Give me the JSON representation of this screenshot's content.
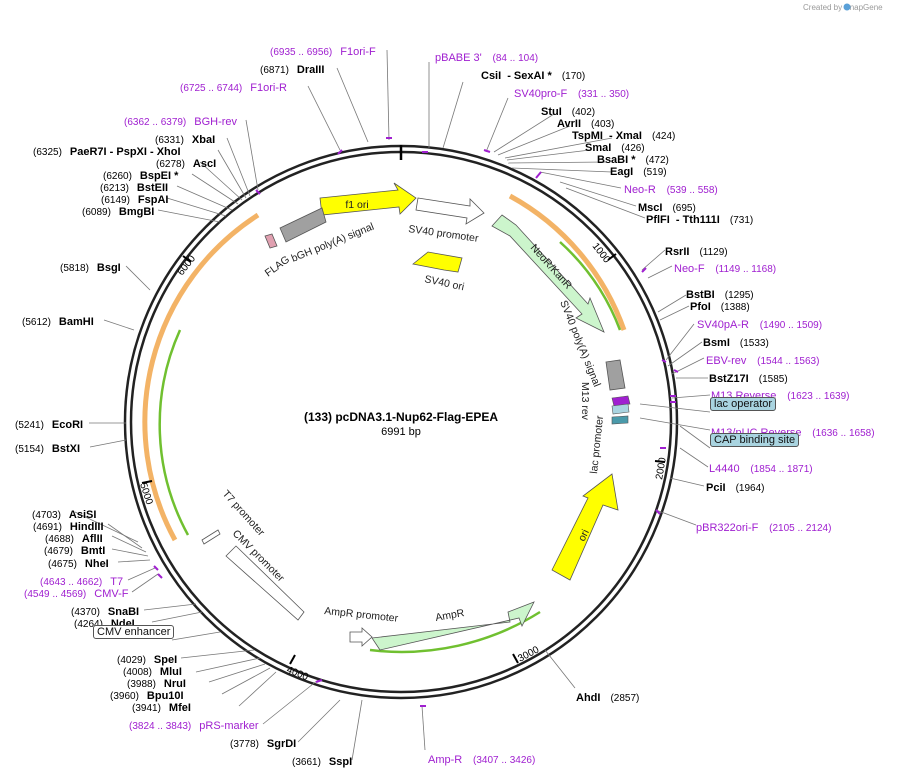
{
  "credit": "Created by SnapGene",
  "title": "(133) pcDNA3.1-Nup62-Flag-EPEA",
  "subtitle": "6991 bp",
  "colors": {
    "backbone": "#222222",
    "primer": "#a020d0",
    "feature_green": "#ccf5cc",
    "feature_yellow": "#ffff00",
    "feature_white": "#ffffff",
    "box_gray": "#a0a0a0",
    "tag_blue": "#a9d4e0",
    "orange_arc": "#f0a040",
    "green_arc": "#70c030"
  },
  "ticks": [
    "1000",
    "2000",
    "3000",
    "4000",
    "5000",
    "6000"
  ],
  "right_labels": [
    {
      "type": "primer",
      "name": "pBABE 3'",
      "pos": "(84 .. 104)"
    },
    {
      "type": "enzyme",
      "name": "CsiI",
      "tail": "- SexAI *",
      "pos": "(170)"
    },
    {
      "type": "primer",
      "name": "SV40pro-F",
      "pos": "(331 .. 350)"
    },
    {
      "type": "enzyme",
      "name": "StuI",
      "tail": "",
      "pos": "(402)"
    },
    {
      "type": "enzyme",
      "name": "AvrII",
      "tail": "",
      "pos": "(403)"
    },
    {
      "type": "enzyme",
      "name": "TspMI",
      "tail": "- XmaI",
      "pos": "(424)"
    },
    {
      "type": "enzyme",
      "name": "SmaI",
      "tail": "",
      "pos": "(426)"
    },
    {
      "type": "enzyme",
      "name": "BsaBI *",
      "tail": "",
      "pos": "(472)"
    },
    {
      "type": "enzyme",
      "name": "EagI",
      "tail": "",
      "pos": "(519)"
    },
    {
      "type": "primer",
      "name": "Neo-R",
      "pos": "(539 .. 558)"
    },
    {
      "type": "enzyme",
      "name": "MscI",
      "tail": "",
      "pos": "(695)"
    },
    {
      "type": "enzyme",
      "name": "PflFI",
      "tail": "- Tth111I",
      "pos": "(731)"
    },
    {
      "type": "enzyme",
      "name": "RsrII",
      "tail": "",
      "pos": "(1129)"
    },
    {
      "type": "primer",
      "name": "Neo-F",
      "pos": "(1149 .. 1168)"
    },
    {
      "type": "enzyme",
      "name": "BstBI",
      "tail": "",
      "pos": "(1295)"
    },
    {
      "type": "enzyme",
      "name": "PfoI",
      "tail": "",
      "pos": "(1388)"
    },
    {
      "type": "primer",
      "name": "SV40pA-R",
      "pos": "(1490 .. 1509)"
    },
    {
      "type": "enzyme",
      "name": "BsmI",
      "tail": "",
      "pos": "(1533)"
    },
    {
      "type": "primer",
      "name": "EBV-rev",
      "pos": "(1544 .. 1563)"
    },
    {
      "type": "enzyme",
      "name": "BstZ17I",
      "tail": "",
      "pos": "(1585)"
    },
    {
      "type": "primer",
      "name": "M13 Reverse",
      "pos": "(1623 .. 1639)"
    },
    {
      "type": "box",
      "name": "lac operator",
      "pos": ""
    },
    {
      "type": "primer",
      "name": "M13/pUC Reverse",
      "pos": "(1636 .. 1658)"
    },
    {
      "type": "box",
      "name": "CAP binding site",
      "pos": ""
    },
    {
      "type": "primer",
      "name": "L4440",
      "pos": "(1854 .. 1871)"
    },
    {
      "type": "enzyme",
      "name": "PciI",
      "tail": "",
      "pos": "(1964)"
    },
    {
      "type": "primer",
      "name": "pBR322ori-F",
      "pos": "(2105 .. 2124)"
    },
    {
      "type": "enzyme",
      "name": "AhdI",
      "tail": "",
      "pos": "(2857)"
    },
    {
      "type": "primer",
      "name": "Amp-R",
      "pos": "(3407 .. 3426)"
    }
  ],
  "left_labels": [
    {
      "type": "primer",
      "name": "F1ori-F",
      "pos": "(6935 .. 6956)"
    },
    {
      "type": "enzyme",
      "name": "DraIII",
      "pos": "(6871)"
    },
    {
      "type": "primer",
      "name": "F1ori-R",
      "pos": "(6725 .. 6744)"
    },
    {
      "type": "primer",
      "name": "BGH-rev",
      "pos": "(6362 .. 6379)"
    },
    {
      "type": "enzyme",
      "name": "XbaI",
      "pos": "(6331)"
    },
    {
      "type": "enzyme",
      "name": "PaeR7I - PspXI - XhoI",
      "pos": "(6325)"
    },
    {
      "type": "enzyme",
      "name": "AscI",
      "pos": "(6278)"
    },
    {
      "type": "enzyme",
      "name": "BspEI *",
      "pos": "(6260)"
    },
    {
      "type": "enzyme",
      "name": "BstEII",
      "pos": "(6213)"
    },
    {
      "type": "enzyme",
      "name": "FspAI",
      "pos": "(6149)"
    },
    {
      "type": "enzyme",
      "name": "BmgBI",
      "pos": "(6089)"
    },
    {
      "type": "enzyme",
      "name": "BsgI",
      "pos": "(5818)"
    },
    {
      "type": "enzyme",
      "name": "BamHI",
      "pos": "(5612)"
    },
    {
      "type": "enzyme",
      "name": "EcoRI",
      "pos": "(5241)"
    },
    {
      "type": "enzyme",
      "name": "BstXI",
      "pos": "(5154)"
    },
    {
      "type": "enzyme",
      "name": "AsiSI",
      "pos": "(4703)"
    },
    {
      "type": "enzyme",
      "name": "HindIII",
      "pos": "(4691)"
    },
    {
      "type": "enzyme",
      "name": "AflII",
      "pos": "(4688)"
    },
    {
      "type": "enzyme",
      "name": "BmtI",
      "pos": "(4679)"
    },
    {
      "type": "enzyme",
      "name": "NheI",
      "pos": "(4675)"
    },
    {
      "type": "primer",
      "name": "T7",
      "pos": "(4643 .. 4662)"
    },
    {
      "type": "primer",
      "name": "CMV-F",
      "pos": "(4549 .. 4569)"
    },
    {
      "type": "enzyme",
      "name": "SnaBI",
      "pos": "(4370)"
    },
    {
      "type": "enzyme",
      "name": "NdeI",
      "pos": "(4264)"
    },
    {
      "type": "box",
      "name": "CMV enhancer",
      "pos": ""
    },
    {
      "type": "enzyme",
      "name": "SpeI",
      "pos": "(4029)"
    },
    {
      "type": "enzyme",
      "name": "MluI",
      "pos": "(4008)"
    },
    {
      "type": "enzyme",
      "name": "NruI",
      "pos": "(3988)"
    },
    {
      "type": "enzyme",
      "name": "Bpu10I",
      "pos": "(3960)"
    },
    {
      "type": "enzyme",
      "name": "MfeI",
      "pos": "(3941)"
    },
    {
      "type": "primer",
      "name": "pRS-marker",
      "pos": "(3824 .. 3843)"
    },
    {
      "type": "enzyme",
      "name": "SgrDI",
      "pos": "(3778)"
    },
    {
      "type": "enzyme",
      "name": "SspI",
      "pos": "(3661)"
    }
  ],
  "features": [
    "f1 ori",
    "SV40 promoter",
    "bGH poly(A) signal",
    "FLAG",
    "SV40 ori",
    "NeoR/KanR",
    "SV40 poly(A) signal",
    "M13 rev",
    "lac promoter",
    "ori",
    "AmpR",
    "AmpR promoter",
    "T7 promoter",
    "CMV promoter"
  ]
}
